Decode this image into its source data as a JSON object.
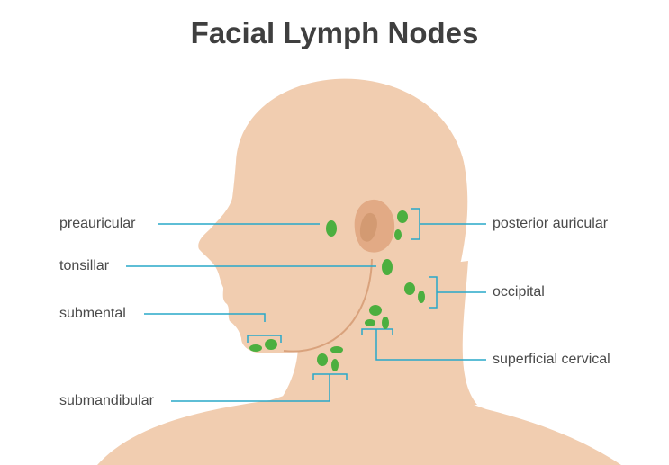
{
  "title": "Facial Lymph Nodes",
  "labels": {
    "preauricular": "preauricular",
    "tonsillar": "tonsillar",
    "submental": "submental",
    "submandibular": "submandibular",
    "posterior_auricular": "posterior auricular",
    "occipital": "occipital",
    "superficial_cervical": "superficial cervical"
  },
  "colors": {
    "skin": "#f1cdb0",
    "ear": "#e2aa85",
    "ear_inner": "#d39a72",
    "node": "#4caf3f",
    "leader_line": "#29a8c9",
    "jaw_line": "#d9a27c",
    "title": "#3f3f3f",
    "label_text": "#4a4a4a"
  }
}
